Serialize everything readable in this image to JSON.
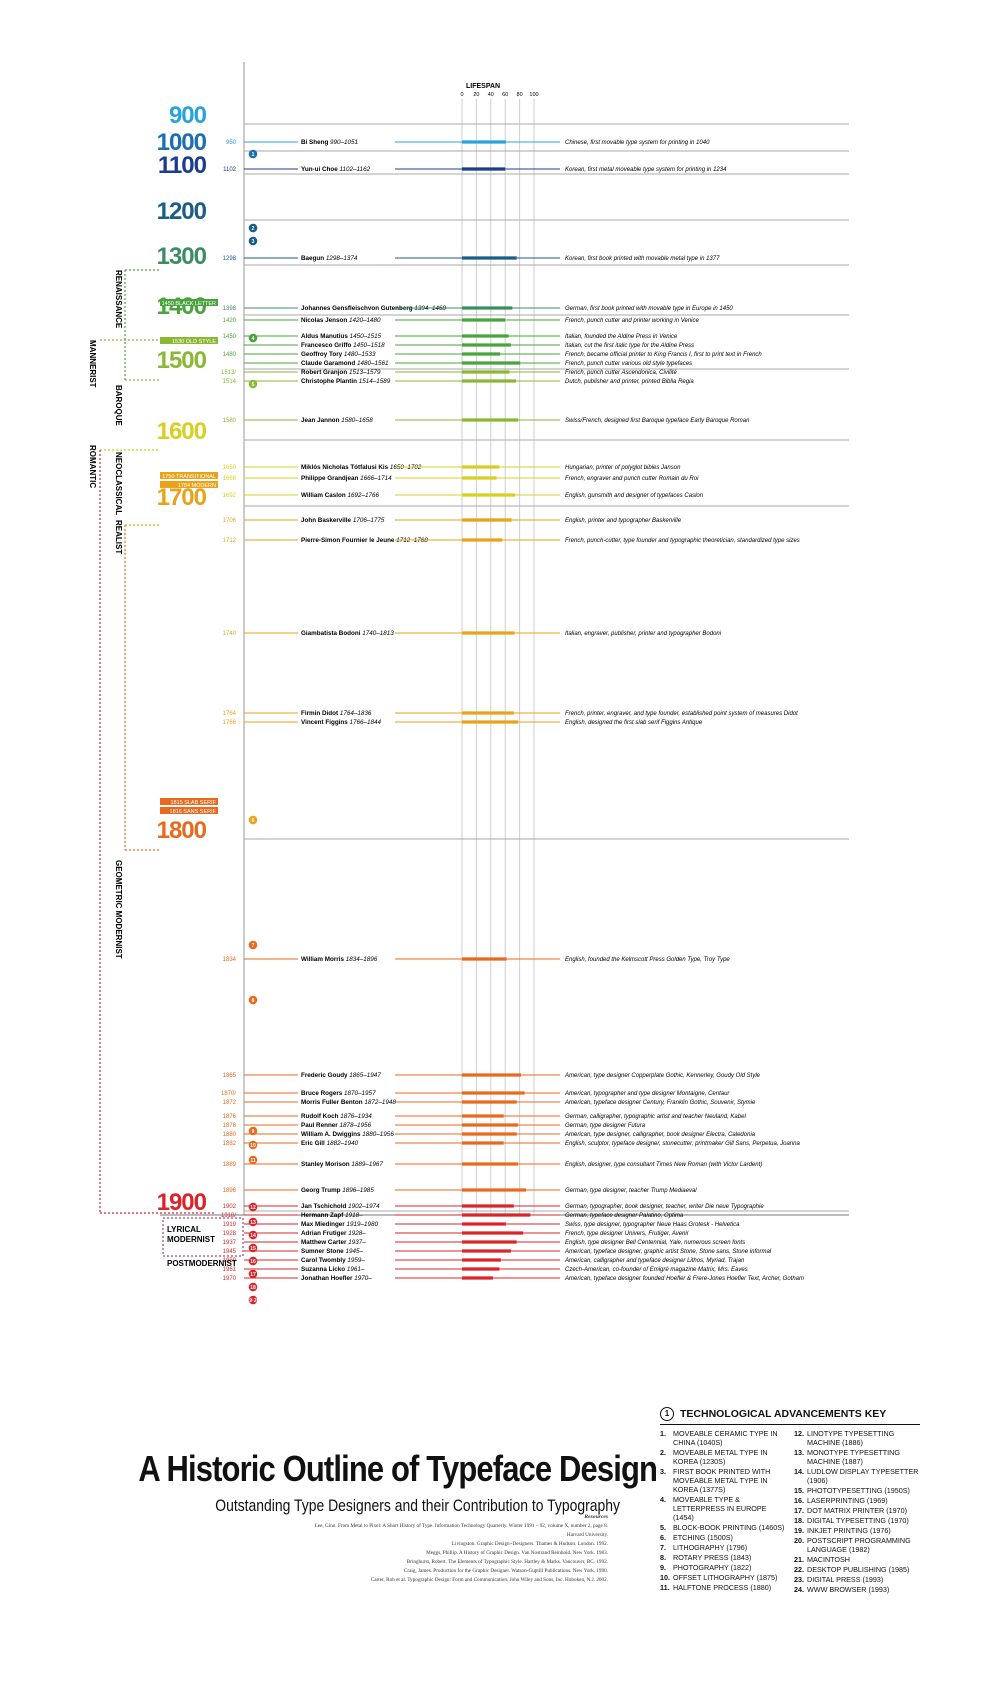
{
  "chart_data": {
    "type": "timeline",
    "lifespan_header": "LIFESPAN",
    "lifespan_ticks": [
      "0",
      "20",
      "40",
      "60",
      "80",
      "100"
    ],
    "centuries": [
      {
        "label": "900",
        "year": 900,
        "color": "#2aa3dc"
      },
      {
        "label": "1000",
        "year": 1000,
        "color": "#1d6fb0"
      },
      {
        "label": "1100",
        "year": 1100,
        "color": "#1b3c8f"
      },
      {
        "label": "1200",
        "year": 1200,
        "color": "#1a5d86"
      },
      {
        "label": "1300",
        "year": 1300,
        "color": "#3e8c64"
      },
      {
        "label": "1400",
        "year": 1400,
        "color": "#4aa33c"
      },
      {
        "label": "1500",
        "year": 1500,
        "color": "#8ab833"
      },
      {
        "label": "1600",
        "year": 1600,
        "color": "#d8cf21"
      },
      {
        "label": "1700",
        "year": 1700,
        "color": "#eaa21a"
      },
      {
        "label": "1800",
        "year": 1800,
        "color": "#e86a1e"
      },
      {
        "label": "1900",
        "year": 1900,
        "color": "#d9252a"
      }
    ],
    "typeface_tags": [
      {
        "label": "1450 BLACK LETTER",
        "color": "#4aa33c"
      },
      {
        "label": "1530 OLD STYLE",
        "color": "#8ab833"
      },
      {
        "label": "1750 TRANSITIONAL",
        "color": "#eaa21a"
      },
      {
        "label": "1784 MODERN",
        "color": "#eaa21a"
      },
      {
        "label": "1815 SLAB SERIF",
        "color": "#e86a1e"
      },
      {
        "label": "1816 SANS SERIF",
        "color": "#e86a1e"
      }
    ],
    "designers": [
      {
        "ylabel": "950",
        "name": "Bi Sheng",
        "dates": "990–1051",
        "start": 990,
        "lifespan": 61,
        "note": "Chinese, first movable type system for printing in 1040",
        "color": "#2aa3dc"
      },
      {
        "ylabel": "1102",
        "name": "Yun-ui Choe",
        "dates": "1102–1162",
        "start": 1102,
        "lifespan": 60,
        "note": "Korean, first metal moveable type system for printing in 1234",
        "color": "#1b3c8f"
      },
      {
        "ylabel": "1298",
        "name": "Baegun",
        "dates": "1298–1374",
        "start": 1298,
        "lifespan": 76,
        "note": "Korean, first book printed with movable metal type in 1377",
        "color": "#1a5d86"
      },
      {
        "ylabel": "1398",
        "name": "Johannes Gensfleischvon Gutenberg",
        "dates": "1394–1468",
        "start": 1398,
        "lifespan": 70,
        "note": "German, first book printed with movable type in Europe in 1450",
        "color": "#3e8c64"
      },
      {
        "ylabel": "1420",
        "name": "Nicolas Jenson",
        "dates": "1420–1480",
        "start": 1420,
        "lifespan": 60,
        "note": "French, punch cutter and printer working in Venice",
        "color": "#4aa33c"
      },
      {
        "ylabel": "1450",
        "name": "Aldus Manutius",
        "dates": "1450–1515",
        "start": 1450,
        "lifespan": 65,
        "note": "Italian, founded the Aldine Press in Venice",
        "color": "#4aa33c"
      },
      {
        "ylabel": "",
        "name": "Francesco Griffo",
        "dates": "1450–1518",
        "start": 1450,
        "lifespan": 68,
        "note": "Italian, cut the first italic type for the Aldine Press",
        "color": "#4aa33c"
      },
      {
        "ylabel": "1480",
        "name": "Geoffroy Tory",
        "dates": "1480–1533",
        "start": 1480,
        "lifespan": 53,
        "note": "French, became official printer to King Francis I, first to print text in French",
        "color": "#4aa33c"
      },
      {
        "ylabel": "",
        "name": "Claude Garamond",
        "dates": "1480–1561",
        "start": 1480,
        "lifespan": 81,
        "note": "French, punch cutter various old style typefaces",
        "color": "#4aa33c"
      },
      {
        "ylabel": "1513/",
        "name": "Robert Granjon",
        "dates": "1513–1579",
        "start": 1513,
        "lifespan": 66,
        "note": "French, punch cutter Ascendonica, Civilité",
        "color": "#8ab833"
      },
      {
        "ylabel": "1514",
        "name": "Christophe Plantin",
        "dates": "1514–1589",
        "start": 1514,
        "lifespan": 75,
        "note": "Dutch, publisher and printer, printed Biblia Regia",
        "color": "#8ab833"
      },
      {
        "ylabel": "1580",
        "name": "Jean Jannon",
        "dates": "1580–1658",
        "start": 1580,
        "lifespan": 78,
        "note": "Swiss/French, designed first Baroque typeface Early Baroque Roman",
        "color": "#8ab833"
      },
      {
        "ylabel": "1650",
        "name": "Miklós Nicholas Tótfalusi Kis",
        "dates": "1650–1702",
        "start": 1650,
        "lifespan": 52,
        "note": "Hungarian, printer of polyglot bibles Janson",
        "color": "#d8cf21"
      },
      {
        "ylabel": "1666",
        "name": "Philippe Grandjean",
        "dates": "1666–1714",
        "start": 1666,
        "lifespan": 48,
        "note": "French, engraver and punch cutter Romain du Roi",
        "color": "#d8cf21"
      },
      {
        "ylabel": "1692",
        "name": "William Caslon",
        "dates": "1692–1766",
        "start": 1692,
        "lifespan": 74,
        "note": "English, gunsmith and designer of typefaces Caslon",
        "color": "#d8cf21"
      },
      {
        "ylabel": "1706",
        "name": "John Baskerville",
        "dates": "1706–1775",
        "start": 1706,
        "lifespan": 69,
        "note": "English, printer and typographer Baskerville",
        "color": "#eaa21a"
      },
      {
        "ylabel": "1712",
        "name": "Pierre-Simon Fournier le Jeune",
        "dates": "1712–1768",
        "start": 1712,
        "lifespan": 56,
        "note": "French, punch-cutter, type founder and typographic theoretician, standardized type sizes",
        "color": "#eaa21a"
      },
      {
        "ylabel": "1740",
        "name": "Giambatista Bodoni",
        "dates": "1740–1813",
        "start": 1740,
        "lifespan": 73,
        "note": "Italian, engraver, publisher, printer and typographer Bodoni",
        "color": "#eaa21a"
      },
      {
        "ylabel": "1764",
        "name": "Firmin Didot",
        "dates": "1764–1836",
        "start": 1764,
        "lifespan": 72,
        "note": "French, printer, engraver, and type founder, established point system of measures Didot",
        "color": "#eaa21a"
      },
      {
        "ylabel": "1766",
        "name": "Vincent Figgins",
        "dates": "1766–1844",
        "start": 1766,
        "lifespan": 78,
        "note": "English, designed the first slab serif Figgins Antique",
        "color": "#eaa21a"
      },
      {
        "ylabel": "1834",
        "name": "William Morris",
        "dates": "1834–1896",
        "start": 1834,
        "lifespan": 62,
        "note": "English, founded the Kelmscott Press Golden Type, Troy Type",
        "color": "#e86a1e"
      },
      {
        "ylabel": "1865",
        "name": "Frederic Goudy",
        "dates": "1865–1947",
        "start": 1865,
        "lifespan": 82,
        "note": "American, type designer Copperplate Gothic, Kennerley, Goudy Old Style",
        "color": "#e86a1e"
      },
      {
        "ylabel": "1870/",
        "name": "Bruce Rogers",
        "dates": "1870–1957",
        "start": 1870,
        "lifespan": 87,
        "note": "American, typographer and type designer Montaigne, Centaur",
        "color": "#e86a1e"
      },
      {
        "ylabel": "1872",
        "name": "Morris Fuller Benton",
        "dates": "1872–1948",
        "start": 1872,
        "lifespan": 76,
        "note": "American, typeface designer Century, Franklin Gothic, Souvenir, Stymie",
        "color": "#e86a1e"
      },
      {
        "ylabel": "1876",
        "name": "Rudolf Koch",
        "dates": "1876–1934",
        "start": 1876,
        "lifespan": 58,
        "note": "German, calligrapher, typographic artist and teacher Neuland, Kabel",
        "color": "#e86a1e"
      },
      {
        "ylabel": "1878",
        "name": "Paul Renner",
        "dates": "1878–1956",
        "start": 1878,
        "lifespan": 78,
        "note": "German, type designer Futura",
        "color": "#e86a1e"
      },
      {
        "ylabel": "1880",
        "name": "William A. Dwiggins",
        "dates": "1880–1956",
        "start": 1880,
        "lifespan": 76,
        "note": "American, type designer, calligrapher, book designer Electra, Caledonia",
        "color": "#e86a1e"
      },
      {
        "ylabel": "1882",
        "name": "Eric Gill",
        "dates": "1882–1940",
        "start": 1882,
        "lifespan": 58,
        "note": "English, sculptor, typeface designer, stonecutter, printmaker Gill Sans, Perpetua, Joanna",
        "color": "#e86a1e"
      },
      {
        "ylabel": "1889",
        "name": "Stanley Morison",
        "dates": "1889–1967",
        "start": 1889,
        "lifespan": 78,
        "note": "English, designer, type consultant Times New Roman (with Victor Lardent)",
        "color": "#e86a1e"
      },
      {
        "ylabel": "1896",
        "name": "Georg Trump",
        "dates": "1896–1985",
        "start": 1896,
        "lifespan": 89,
        "note": "German, type designer, teacher Trump Mediaeval",
        "color": "#e86a1e"
      },
      {
        "ylabel": "1902",
        "name": "Jan Tschichold",
        "dates": "1902–1974",
        "start": 1902,
        "lifespan": 72,
        "note": "German, typographer, book designer, teacher, writer Die neue Typographie",
        "color": "#d9252a"
      },
      {
        "ylabel": "1918/",
        "name": "Hermann Zapf",
        "dates": "1918–",
        "start": 1918,
        "lifespan": 95,
        "note": "German, typeface designer Palatino, Optima",
        "color": "#d9252a"
      },
      {
        "ylabel": "1919",
        "name": "Max Miedinger",
        "dates": "1919–1980",
        "start": 1919,
        "lifespan": 61,
        "note": "Swiss, type designer, typographer Neue Haas Grotesk - Helvetica",
        "color": "#d9252a"
      },
      {
        "ylabel": "1928",
        "name": "Adrian Frutiger",
        "dates": "1928–",
        "start": 1928,
        "lifespan": 85,
        "note": "French, type designer Univers, Frutiger, Avenir",
        "color": "#d9252a"
      },
      {
        "ylabel": "1937",
        "name": "Matthew Carter",
        "dates": "1937–",
        "start": 1937,
        "lifespan": 76,
        "note": "English, type designer Bell Centennial, Yale, numerous screen fonts",
        "color": "#d9252a"
      },
      {
        "ylabel": "1945",
        "name": "Sumner Stone",
        "dates": "1945–",
        "start": 1945,
        "lifespan": 68,
        "note": "American, typeface designer, graphic artist Stone, Stone sans, Stone informal",
        "color": "#d9252a"
      },
      {
        "ylabel": "1959",
        "name": "Carol Twombly",
        "dates": "1959–",
        "start": 1959,
        "lifespan": 54,
        "note": "American, calligrapher and typeface designer Lithos, Myriad, Trajan",
        "color": "#d9252a"
      },
      {
        "ylabel": "1961",
        "name": "Suzanna Licko",
        "dates": "1961–",
        "start": 1961,
        "lifespan": 52,
        "note": "Czech-American, co-founder of Emigré magazine Matrix, Mrs. Eaves",
        "color": "#d9252a"
      },
      {
        "ylabel": "1970",
        "name": "Jonathan Hoefler",
        "dates": "1970–",
        "start": 1970,
        "lifespan": 43,
        "note": "American, typeface designer founded Hoefler & Frere-Jones Hoefler Text, Archer, Gotham",
        "color": "#d9252a"
      }
    ],
    "tech_markers": [
      {
        "n": "1",
        "year": 1040,
        "color": "#1d6fb0"
      },
      {
        "n": "2",
        "year": 1230,
        "color": "#1a5d86"
      },
      {
        "n": "3",
        "year": 1250,
        "color": "#1a5d86"
      },
      {
        "n": "4",
        "year": 1454,
        "color": "#4aa33c"
      },
      {
        "n": "5",
        "year": 1530,
        "color": "#8ab833"
      },
      {
        "n": "6",
        "year": 1796,
        "color": "#eaa21a"
      },
      {
        "n": "7",
        "year": 1830,
        "color": "#e86a1e"
      },
      {
        "n": "8",
        "year": 1845,
        "color": "#e86a1e"
      },
      {
        "n": "9",
        "year": 1880,
        "color": "#e86a1e"
      },
      {
        "n": "10",
        "year": 1884,
        "color": "#e86a1e"
      },
      {
        "n": "11",
        "year": 1888,
        "color": "#e86a1e"
      },
      {
        "n": "12",
        "year": 1905,
        "color": "#d9252a"
      },
      {
        "n": "13",
        "year": 1955,
        "color": "#d9252a"
      },
      {
        "n": "14",
        "year": 1968,
        "color": "#d9252a"
      },
      {
        "n": "15",
        "year": 1972,
        "color": "#d9252a"
      },
      {
        "n": "16",
        "year": 1978,
        "color": "#d9252a"
      },
      {
        "n": "17",
        "year": 1985,
        "color": "#d9252a"
      },
      {
        "n": "18",
        "year": 1988,
        "color": "#d9252a"
      },
      {
        "n": "19·20",
        "year": 1998,
        "color": "#d9252a"
      }
    ],
    "movements": [
      "RENAISSANCE",
      "MANNERIST",
      "BAROQUE",
      "NEOCLASSICAL",
      "ROMANTIC",
      "REALIST",
      "GEOMETRIC MODERNIST",
      "LYRICAL MODERNIST",
      "POSTMODERNIST"
    ]
  },
  "title": "A Historic Outline of Typeface Design",
  "subtitle": "Outstanding Type Designers and their Contribution to Typography",
  "references": {
    "heading": "Resources",
    "items": [
      "Lee, Gino. From Metal to Pixel: A Short History of Type. Information Technology Quarterly. Winter 1991 – 92, volume X, number 2, page 8. Harvard University.",
      "Livingston. Graphic Design+Designers. Thames & Hudson. London. 1992.",
      "Meggs, Phillip. A History of Graphic Design. Van Nostrand Reinhold. New York. 1983.",
      "Bringhurst, Robert. The Elements of Typographic Style. Hartley & Marks. Vancouver, BC. 1992.",
      "Craig, James. Production for the Graphic Designer. Watson-Guptill Publications. New York. 1990.",
      "Carter, Rob et al. Typographic Design: Form and Communication. John Wiley and Sons, Inc. Hoboken, N.J. 2002."
    ]
  },
  "key": {
    "title": "TECHNOLOGICAL ADVANCEMENTS KEY",
    "circle": "1",
    "col1": [
      {
        "n": "1.",
        "label": "Moveable ceramic type in China (1040s)"
      },
      {
        "n": "2.",
        "label": "Moveable metal type in Korea (1230s)"
      },
      {
        "n": "3.",
        "label": "First book printed with moveable metal type in Korea (1377s)"
      },
      {
        "n": "4.",
        "label": "Moveable type & letterpress in Europe (1454)"
      },
      {
        "n": "5.",
        "label": "Block-book printing (1460s)"
      },
      {
        "n": "6.",
        "label": "Etching (1500s)"
      },
      {
        "n": "7.",
        "label": "Lithography (1796)"
      },
      {
        "n": "8.",
        "label": "Rotary press (1843)"
      },
      {
        "n": "9.",
        "label": "Photography (1822)"
      },
      {
        "n": "10.",
        "label": "Offset lithography (1875)"
      },
      {
        "n": "11.",
        "label": "Halftone process (1880)"
      }
    ],
    "col2": [
      {
        "n": "12.",
        "label": "Linotype typesetting machine (1886)"
      },
      {
        "n": "13.",
        "label": "Monotype typesetting machine (1887)"
      },
      {
        "n": "14.",
        "label": "Ludlow display typesetter (1906)"
      },
      {
        "n": "15.",
        "label": "Phototypesetting (1950s)"
      },
      {
        "n": "16.",
        "label": "Laserprinting (1969)"
      },
      {
        "n": "17.",
        "label": "Dot matrix printer (1970)"
      },
      {
        "n": "18.",
        "label": "Digital typesetting (1970)"
      },
      {
        "n": "19.",
        "label": "Inkjet printing (1976)"
      },
      {
        "n": "20.",
        "label": "Postscript programming language (1982)"
      },
      {
        "n": "21.",
        "label": "Macintosh"
      },
      {
        "n": "22.",
        "label": "Desktop publishing (1985)"
      },
      {
        "n": "23.",
        "label": "Digital press (1993)"
      },
      {
        "n": "24.",
        "label": "WWW browser (1993)"
      }
    ]
  }
}
